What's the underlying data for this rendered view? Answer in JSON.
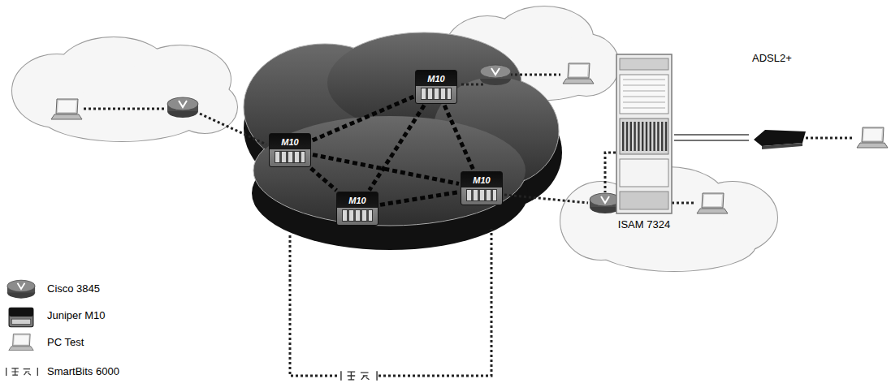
{
  "diagram": {
    "nodes": [
      {
        "text": [
          "M10"
        ]
      },
      {
        "text": [
          "M10"
        ]
      },
      {
        "text": [
          "M10"
        ]
      },
      {
        "text": [
          "M10"
        ]
      },
      {
        "text": [
          "ISAM 7324"
        ]
      }
    ],
    "edges": [
      {
        "from": 0,
        "to": 1,
        "arrow": "none"
      },
      {
        "from": 0,
        "to": 2,
        "arrow": "none"
      },
      {
        "from": 0,
        "to": 3,
        "arrow": "none"
      },
      {
        "from": 1,
        "to": 2,
        "arrow": "none"
      },
      {
        "from": 1,
        "to": 3,
        "arrow": "none"
      },
      {
        "from": 2,
        "to": 3,
        "arrow": "none"
      }
    ],
    "labels": [
      "ADSL2+"
    ],
    "legend": [
      {
        "text": "Cisco 3845"
      },
      {
        "text": "Juniper M10"
      },
      {
        "text": "PC Test"
      },
      {
        "text": "SmartBits 6000"
      }
    ]
  }
}
